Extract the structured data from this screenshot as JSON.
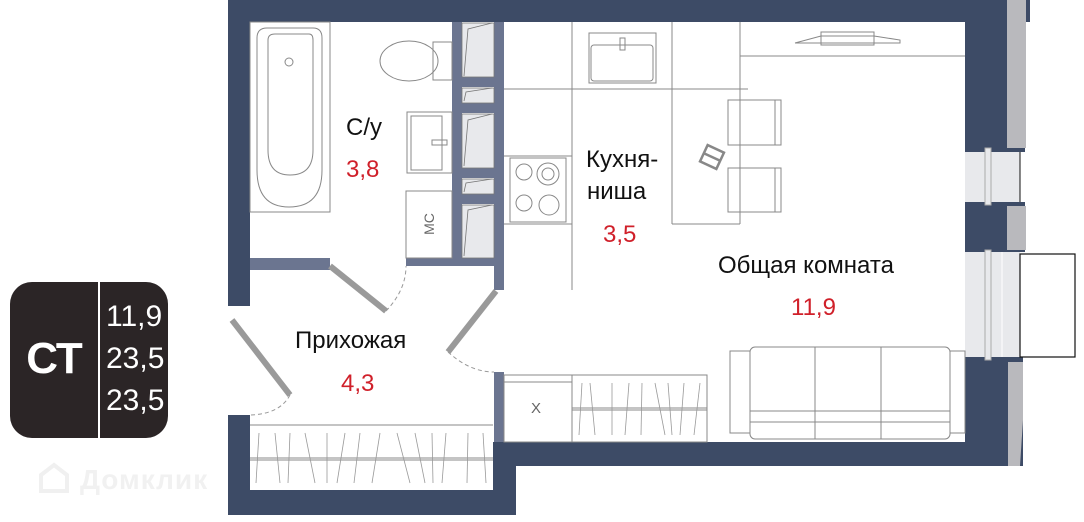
{
  "badge": {
    "type": "СТ",
    "values": [
      "11,9",
      "23,5",
      "23,5"
    ],
    "background": "#2b2526"
  },
  "watermark": "Домклик",
  "rooms": [
    {
      "name": "С/у",
      "area": "3,8"
    },
    {
      "name": "Кухня-",
      "name2": "ниша",
      "area": "3,5"
    },
    {
      "name": "Общая комната",
      "area": "11,9"
    },
    {
      "name": "Прихожая",
      "area": "4,3"
    }
  ],
  "markers": {
    "washing_machine": "МС",
    "fridge": "Х"
  },
  "colors": {
    "outer_wall": "#3d4b66",
    "inner_wall": "#6b7590",
    "glass": "#e8e9ec",
    "door": "#9a9a9a",
    "area_text": "#d0202a",
    "furniture_line": "#888888"
  }
}
